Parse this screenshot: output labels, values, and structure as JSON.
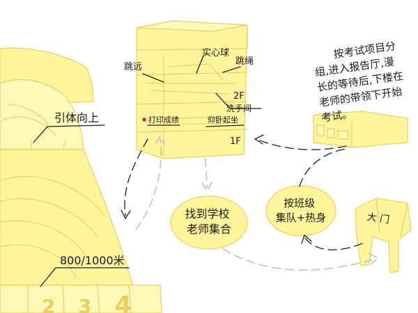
{
  "labels": {
    "pullup": "引体向上",
    "run": "800/1000米",
    "jump": "跳远",
    "ball": "实心球",
    "rope": "跳绳",
    "floor2": "2F",
    "restroom": "洗手间",
    "print": "打印成绩",
    "situp": "仰卧起坐",
    "floor1": "1F",
    "gather": "找到学校\n老师集合",
    "warmup": "按班级\n集队+热身",
    "gate": "大 门",
    "instructions": "按考试项目分\n组,进入报告厅,漫\n长的等待后,下楼在\n老师的带领下开始\n考试。"
  },
  "track_lanes": [
    "2",
    "3",
    "4"
  ],
  "colors": {
    "fill": "#fff59d",
    "stroke": "#e6cf5c",
    "ink": "#1a1a1a",
    "marker": "#d32f2f",
    "grey_arrow": "#b8b8b8"
  }
}
